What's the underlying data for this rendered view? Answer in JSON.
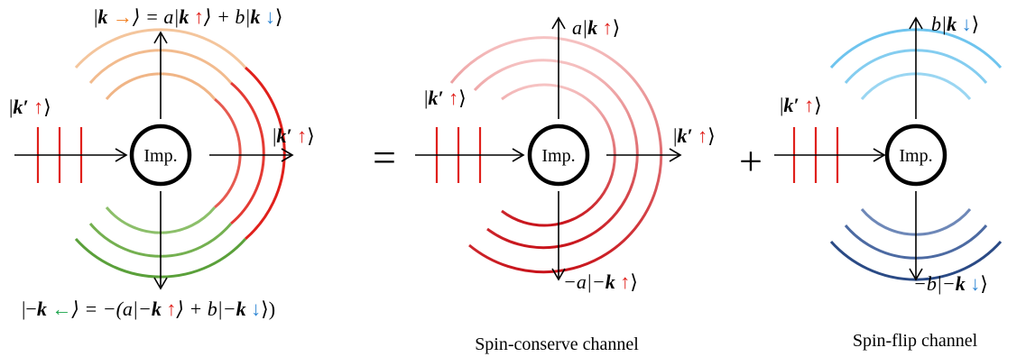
{
  "panels": {
    "total": {
      "label_top_prefix": "|",
      "label_top_k": "k",
      "label_top_arrow": "→",
      "label_top_eq_a": "⟩ = a|",
      "label_top_k2": "k",
      "label_top_up": "↑",
      "label_top_plus_b": "⟩ + b|",
      "label_top_k3": "k",
      "label_top_down": "↓",
      "label_top_end": "⟩",
      "label_in_pre": "|",
      "label_in_k": "k′",
      "label_in_up": "↑",
      "label_in_end": "⟩",
      "label_right_pre": "|",
      "label_right_k": "k′",
      "label_right_up": "↑",
      "label_right_end": "⟩",
      "label_bottom_a": "|−",
      "label_bottom_k": "k",
      "label_bottom_arrow": "←",
      "label_bottom_b": "⟩ = −(a|−",
      "label_bottom_k2": "k",
      "label_bottom_up": "↑",
      "label_bottom_c": "⟩ + b|−",
      "label_bottom_k3": "k",
      "label_bottom_down": "↓",
      "label_bottom_end": "⟩)",
      "imp": "Imp."
    },
    "conserve": {
      "label_top_a": "a|",
      "label_top_k": "k",
      "label_top_up": "↑",
      "label_top_end": "⟩",
      "label_in_pre": "|",
      "label_in_k": "k′",
      "label_in_up": "↑",
      "label_in_end": "⟩",
      "label_right_pre": "|",
      "label_right_k": "k′",
      "label_right_up": "↑",
      "label_right_end": "⟩",
      "label_bottom_a": "−a|−",
      "label_bottom_k": "k",
      "label_bottom_up": "↑",
      "label_bottom_end": "⟩",
      "imp": "Imp.",
      "caption": "Spin-conserve channel"
    },
    "flip": {
      "label_top_b": "b|",
      "label_top_k": "k",
      "label_top_down": "↓",
      "label_top_end": "⟩",
      "label_in_pre": "|",
      "label_in_k": "k′",
      "label_in_up": "↑",
      "label_in_end": "⟩",
      "label_bottom_b": "−b|−",
      "label_bottom_k": "k",
      "label_bottom_down": "↓",
      "label_bottom_end": "⟩",
      "imp": "Imp.",
      "caption": "Spin-flip channel"
    }
  },
  "operators": {
    "equals": "=",
    "plus": "+"
  },
  "colors": {
    "incident_wave": "#e0201b",
    "forward_wave": "#e0201b",
    "up_wave_total": "#f0a060",
    "down_wave_total": "#5aa03a",
    "spin_up": "#e0201b",
    "spin_down": "#2e86d4",
    "flip_wave_light": "#7cc8ee",
    "flip_wave_dark": "#2a4a85"
  }
}
